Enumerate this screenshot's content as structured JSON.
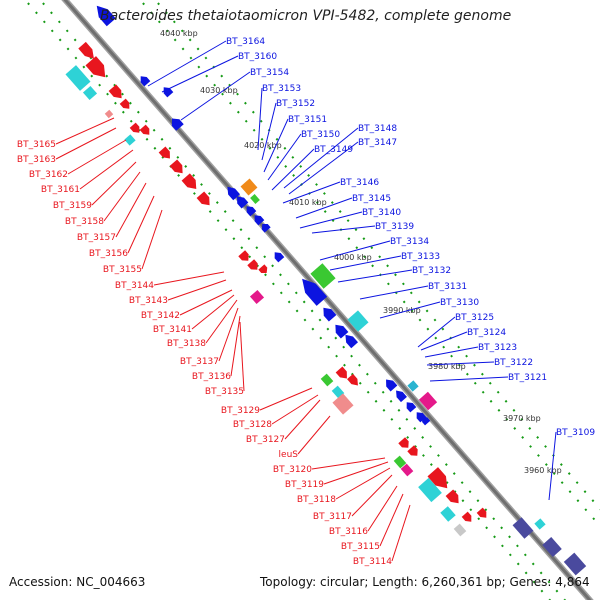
{
  "title": "Bacteroides thetaiotaomicron VPI-5482, complete genome",
  "footer": {
    "accession": "Accession: NC_004663",
    "summary": "Topology: circular; Length: 6,260,361 bp; Genes: 4,864"
  },
  "colors": {
    "forward": "#e8161e",
    "reverse": "#0c14e0",
    "backbone": "#808080",
    "ticks": "#169a16",
    "cyan": "#2ed2d6",
    "orange": "#f08a1a",
    "magenta": "#e4198a",
    "pink": "#f08c8c",
    "green": "#3ac832",
    "slate": "#4a4a9e"
  },
  "kbp_ticks": [
    "4040 kbp",
    "4030 kbp",
    "4020 kbp",
    "4010 kbp",
    "4000 kbp",
    "3990 kbp",
    "3980 kbp",
    "3970 kbp",
    "3960 kbp"
  ],
  "reverse_labels": [
    "BT_3164",
    "BT_3160",
    "BT_3154",
    "BT_3153",
    "BT_3152",
    "BT_3151",
    "BT_3150",
    "BT_3148",
    "BT_3149",
    "BT_3147",
    "BT_3146",
    "BT_3145",
    "BT_3140",
    "BT_3139",
    "BT_3134",
    "BT_3133",
    "BT_3132",
    "BT_3131",
    "BT_3130",
    "BT_3125",
    "BT_3124",
    "BT_3123",
    "BT_3122",
    "BT_3121",
    "BT_3109"
  ],
  "forward_labels": [
    "BT_3165",
    "BT_3163",
    "BT_3162",
    "BT_3161",
    "BT_3159",
    "BT_3158",
    "BT_3157",
    "BT_3156",
    "BT_3155",
    "BT_3144",
    "BT_3143",
    "BT_3142",
    "BT_3141",
    "BT_3138",
    "BT_3137",
    "BT_3136",
    "BT_3135",
    "BT_3129",
    "BT_3128",
    "BT_3127",
    "leuS",
    "BT_3120",
    "BT_3119",
    "BT_3118",
    "BT_3117",
    "BT_3116",
    "BT_3115",
    "BT_3114"
  ]
}
